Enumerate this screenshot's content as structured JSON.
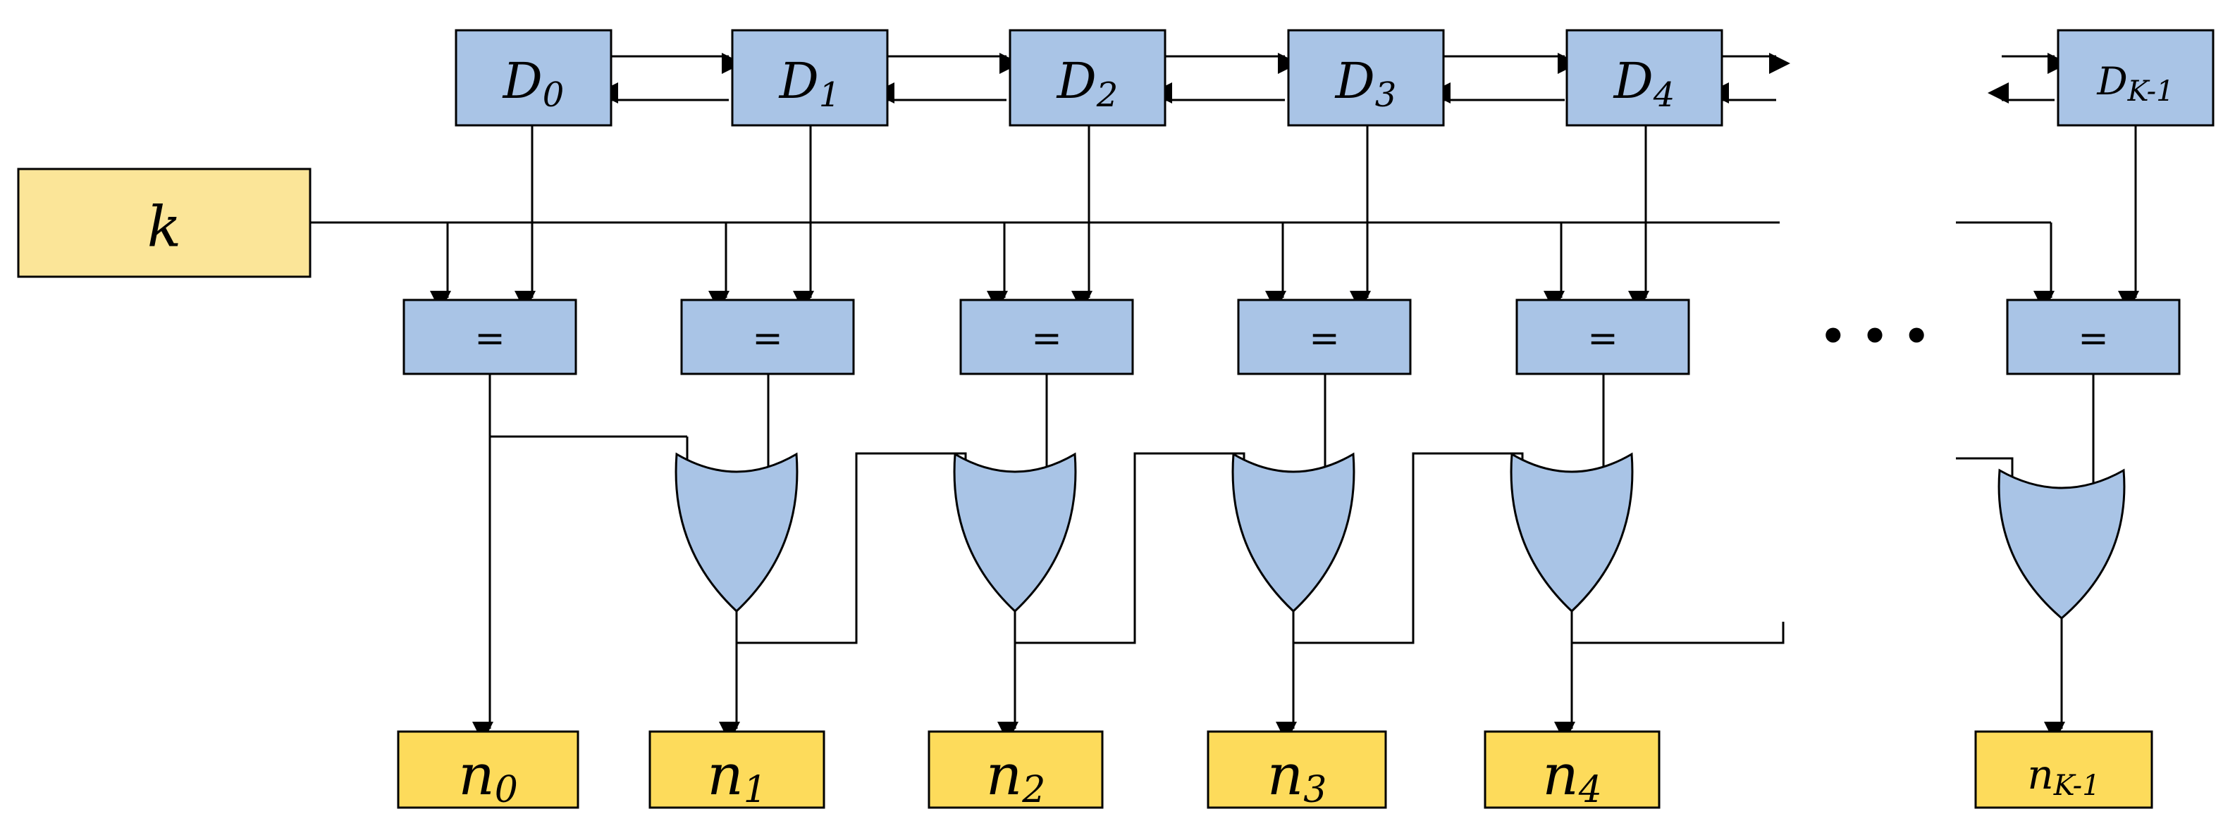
{
  "colors": {
    "register_fill": "#a9c4e6",
    "input_fill": "#fbe598",
    "output_fill": "#fddb5b",
    "stroke": "#000000"
  },
  "input": {
    "name": "k"
  },
  "registers": [
    {
      "base": "D",
      "sub": "0"
    },
    {
      "base": "D",
      "sub": "1"
    },
    {
      "base": "D",
      "sub": "2"
    },
    {
      "base": "D",
      "sub": "3"
    },
    {
      "base": "D",
      "sub": "4"
    },
    {
      "base": "D",
      "sub": "K-1"
    }
  ],
  "comparator_label": "=",
  "ellipsis": "• • •",
  "outputs": [
    {
      "base": "n",
      "sub": "0"
    },
    {
      "base": "n",
      "sub": "1"
    },
    {
      "base": "n",
      "sub": "2"
    },
    {
      "base": "n",
      "sub": "3"
    },
    {
      "base": "n",
      "sub": "4"
    },
    {
      "base": "n",
      "sub": "K-1"
    }
  ]
}
